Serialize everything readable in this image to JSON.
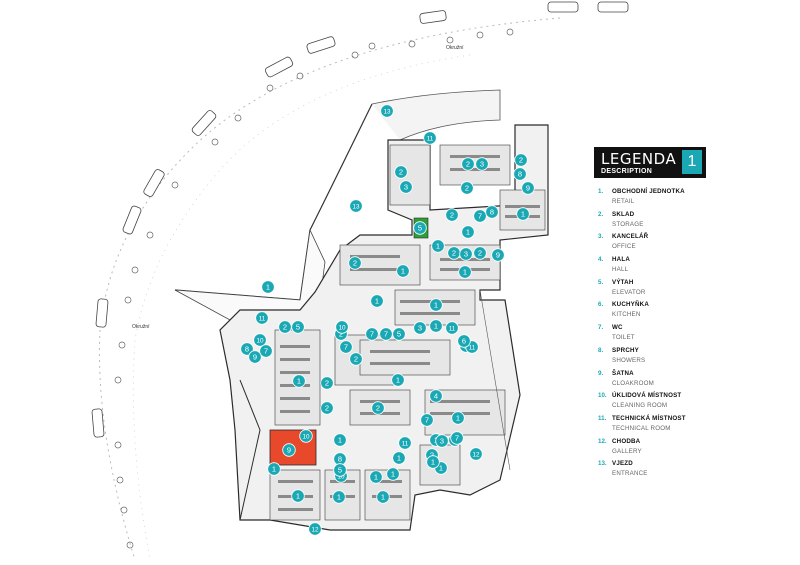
{
  "legend": {
    "title": "LEGENDA",
    "subtitle": "DESCRIPTION",
    "badge": "1",
    "items": [
      {
        "num": "1.",
        "cz": "OBCHODNÍ JEDNOTKA",
        "en": "RETAIL"
      },
      {
        "num": "2.",
        "cz": "SKLAD",
        "en": "STORAGE"
      },
      {
        "num": "3.",
        "cz": "KANCELÁŘ",
        "en": "OFFICE"
      },
      {
        "num": "4.",
        "cz": "HALA",
        "en": "HALL"
      },
      {
        "num": "5.",
        "cz": "VÝTAH",
        "en": "ELEVATOR"
      },
      {
        "num": "6.",
        "cz": "KUCHYŇKA",
        "en": "KITCHEN"
      },
      {
        "num": "7.",
        "cz": "WC",
        "en": "TOILET"
      },
      {
        "num": "8.",
        "cz": "SPRCHY",
        "en": "SHOWERS"
      },
      {
        "num": "9.",
        "cz": "ŠATNA",
        "en": "CLOAKROOM"
      },
      {
        "num": "10.",
        "cz": "ÚKLIDOVÁ MÍSTNOST",
        "en": "CLEANING ROOM"
      },
      {
        "num": "11.",
        "cz": "TECHNICKÁ MÍSTNOST",
        "en": "TECHNICAL ROOM"
      },
      {
        "num": "12.",
        "cz": "CHODBA",
        "en": "GALLERY"
      },
      {
        "num": "13.",
        "cz": "VJEZD",
        "en": "ENTRANCE"
      }
    ]
  },
  "map": {
    "road_labels": [
      "Okružní",
      "Okružní"
    ],
    "marker_labels": [
      "13",
      "11",
      "13",
      "1",
      "1",
      "1",
      "11",
      "2",
      "5",
      "8",
      "10",
      "9",
      "7",
      "2",
      "1",
      "2",
      "2",
      "2",
      "2",
      "2",
      "1",
      "1",
      "1",
      "4",
      "1",
      "1",
      "1",
      "1",
      "1",
      "1",
      "1",
      "12",
      "12",
      "2",
      "3",
      "2",
      "3",
      "8",
      "9",
      "1",
      "2",
      "5",
      "1",
      "2",
      "3",
      "2",
      "1",
      "11",
      "2",
      "7",
      "8",
      "9",
      "2",
      "1",
      "1",
      "7",
      "8",
      "10",
      "7",
      "7",
      "5",
      "3",
      "1",
      "11",
      "6",
      "7",
      "10",
      "11",
      "4",
      "1",
      "9",
      "10",
      "3",
      "7",
      "2",
      "1",
      "5",
      "1",
      "1"
    ],
    "colors": {
      "marker": "#1aa9b4",
      "highlight": "#e8492a",
      "elevator": "#2f9e3a",
      "wall": "#2b2b2b",
      "floor": "#f1f1f1",
      "furniture": "#8a8a8a"
    }
  }
}
